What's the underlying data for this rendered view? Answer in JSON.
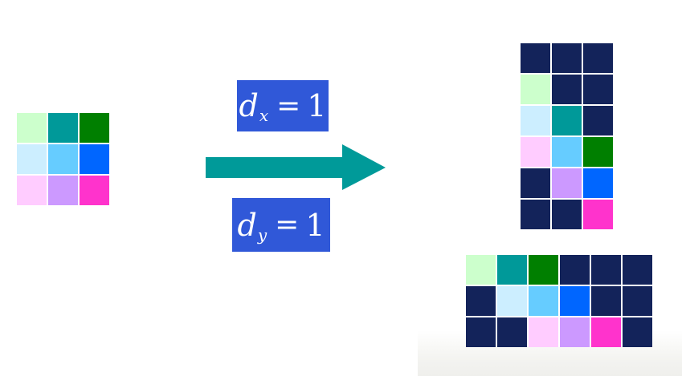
{
  "colors": {
    "navy": "#13235a",
    "mint": "#ccffcc",
    "teal": "#009999",
    "green": "#007f00",
    "pale_blue": "#cceeff",
    "sky": "#66ccff",
    "blue": "#0066ff",
    "pink": "#ffccff",
    "lavender": "#cc99ff",
    "magenta": "#ff33cc",
    "arrow": "#009a99",
    "label_bg": "#3058d8"
  },
  "labels": {
    "dx": {
      "var": "d",
      "sub": "x",
      "eq": "=",
      "value": "1"
    },
    "dy": {
      "var": "d",
      "sub": "y",
      "eq": "=",
      "value": "1"
    }
  },
  "grids": {
    "source": [
      [
        "mint",
        "teal",
        "green"
      ],
      [
        "pale_blue",
        "sky",
        "blue"
      ],
      [
        "pink",
        "lavender",
        "magenta"
      ]
    ],
    "shifted_vertical": [
      [
        "navy",
        "navy",
        "navy"
      ],
      [
        "mint",
        "navy",
        "navy"
      ],
      [
        "pale_blue",
        "teal",
        "navy"
      ],
      [
        "pink",
        "sky",
        "green"
      ],
      [
        "navy",
        "lavender",
        "blue"
      ],
      [
        "navy",
        "navy",
        "magenta"
      ]
    ],
    "shifted_horizontal": [
      [
        "mint",
        "teal",
        "green",
        "navy",
        "navy",
        "navy"
      ],
      [
        "navy",
        "pale_blue",
        "sky",
        "blue",
        "navy",
        "navy"
      ],
      [
        "navy",
        "navy",
        "pink",
        "lavender",
        "magenta",
        "navy"
      ]
    ]
  },
  "arrow_icon": "right-arrow-icon"
}
